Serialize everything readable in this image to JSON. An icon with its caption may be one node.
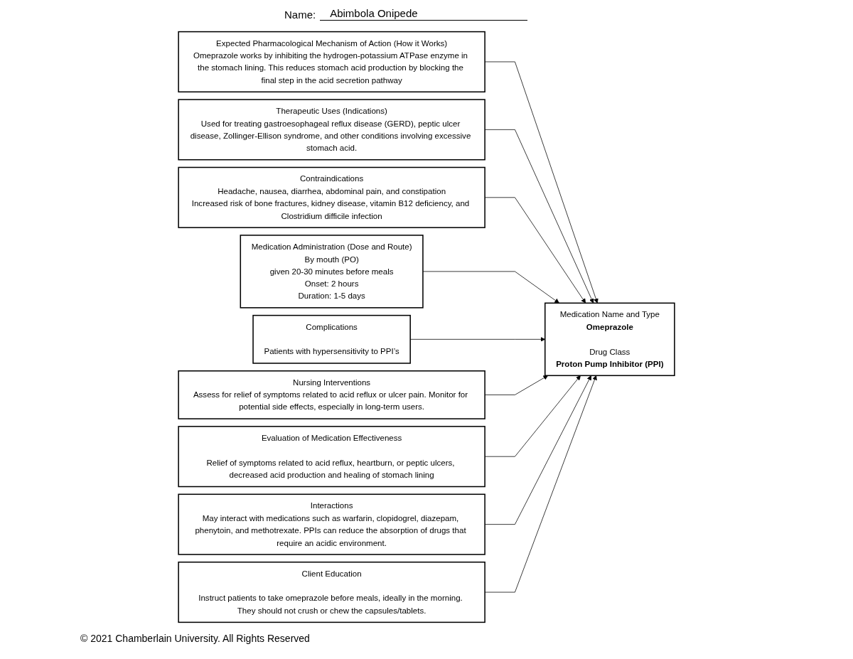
{
  "diagram": {
    "caption": "© 2021 Chamberlain University. All Rights Reserved",
    "nodes": [
      {
        "text": [
          "Expected Pharmacological Mechanism of Action (How it Works)",
          "Omeprazole works by inhibiting the hydrogen-potassium ATPase enzyme in the stomach lining. This reduces stomach acid production by blocking the final step in the acid secretion pathway"
        ]
      },
      {
        "text": [
          "Therapeutic Uses (Indications)",
          "Used for treating gastroesophageal reflux disease (GERD), peptic ulcer disease, Zollinger-Ellison syndrome, and other conditions involving excessive stomach acid."
        ]
      },
      {
        "text": [
          "Contraindications",
          "Headache, nausea, diarrhea, abdominal pain, and constipation",
          "Increased risk of bone fractures, kidney disease, vitamin B12 deficiency, and Clostridium difficile infection"
        ]
      },
      {
        "text": [
          "Medication Name and Type",
          "Omeprazole",
          "Drug Class",
          "Proton Pump Inhibitor (PPI)"
        ]
      },
      {
        "text": [
          "Medication Administration (Dose and Route)",
          "By mouth (PO)",
          "given 20-30 minutes before meals",
          "Onset: 2 hours",
          "Duration: 1-5 days"
        ]
      },
      {
        "text": [
          "Complications",
          "Patients with hypersensitivity to PPI’s"
        ]
      },
      {
        "text": [
          "Nursing Interventions",
          "Assess for relief of symptoms related to acid reflux or ulcer pain. Monitor for potential side effects, especially in long-term users."
        ]
      },
      {
        "text": [
          "Evaluation of Medication Effectiveness",
          "Relief of symptoms related to acid reflux, heartburn, or peptic ulcers, decreased acid production and healing of stomach lining"
        ]
      },
      {
        "text": [
          "Interactions",
          "May interact with medications such as warfarin, clopidogrel, diazepam, phenytoin, and methotrexate. PPIs can reduce the absorption of drugs that require an acidic environment."
        ]
      },
      {
        "text": [
          "Client Education",
          "Instruct patients to take omeprazole before meals, ideally in the morning. They should not crush or chew the capsules/tablets."
        ]
      }
    ],
    "edges": [
      {
        "from": 0,
        "to": 3,
        "arrow": "to"
      },
      {
        "from": 1,
        "to": 3,
        "arrow": "to"
      },
      {
        "from": 2,
        "to": 3,
        "arrow": "to"
      },
      {
        "from": 4,
        "to": 3,
        "arrow": "to"
      },
      {
        "from": 5,
        "to": 3,
        "arrow": "to"
      },
      {
        "from": 6,
        "to": 3,
        "arrow": "to"
      },
      {
        "from": 7,
        "to": 3,
        "arrow": "to"
      },
      {
        "from": 8,
        "to": 3,
        "arrow": "to"
      },
      {
        "from": 9,
        "to": 3,
        "arrow": "to"
      }
    ],
    "labels": [
      "Name:",
      "Abimbola Onipede"
    ]
  }
}
